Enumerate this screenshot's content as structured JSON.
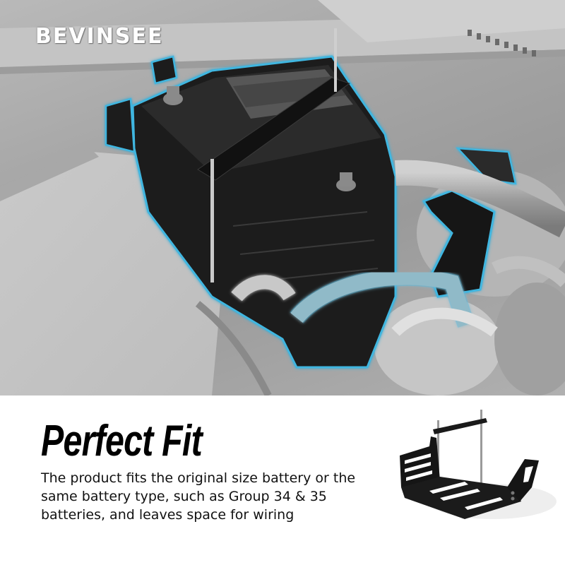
{
  "brand": {
    "logo_text": "BEVINSEE"
  },
  "hero_photo": {
    "subject": "battery tray installed in engine bay",
    "style": "grayscale",
    "highlight_outline_color": "#3fb6e0"
  },
  "copy": {
    "headline": "Perfect Fit",
    "description_lines": [
      "The product fits the original size battery or the",
      "same battery type, such as Group 34 & 35",
      "batteries, and leaves space for wiring"
    ]
  },
  "product_image": {
    "subject": "black battery tray bracket with hold-down bar and rods"
  },
  "colors": {
    "highlight": "#3fb6e0",
    "headline": "#000000",
    "body_text": "#111111",
    "background": "#ffffff"
  }
}
